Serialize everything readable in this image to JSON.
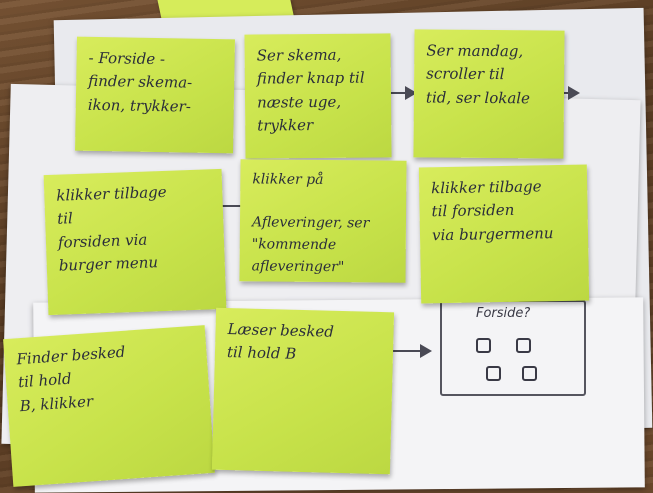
{
  "notes": [
    {
      "text": "- Forside -\nfinder skema-\nikon, trykker-"
    },
    {
      "text": "Ser skema,\nfinder knap til\nnæste uge,\ntrykker"
    },
    {
      "text": "Ser mandag,\nscroller til\ntid, ser lokale"
    },
    {
      "text": "klikker tilbage\ntil\nforsiden via\nburger menu"
    },
    {
      "text": "klikker på\n\nAfleveringer, ser\n\"kommende\nafleveringer\""
    },
    {
      "text": "klikker tilbage\ntil forsiden\nvia burgermenu"
    },
    {
      "text": "Finder besked\ntil hold\nB, klikker"
    },
    {
      "text": "Læser besked\ntil hold B"
    }
  ],
  "sketch": {
    "label": "Forside?"
  }
}
